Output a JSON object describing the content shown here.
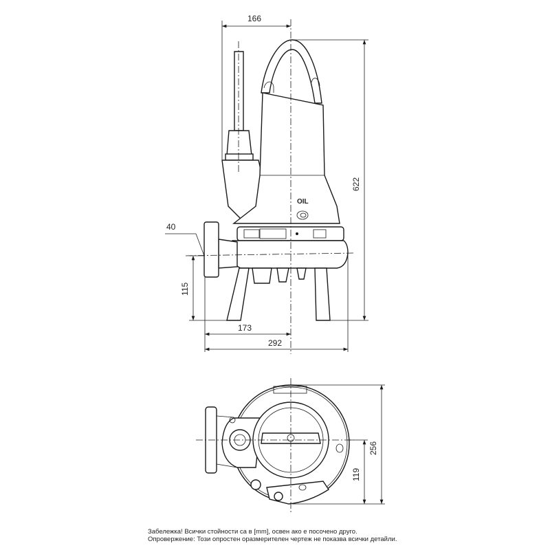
{
  "side_view": {
    "dim_cable_offset": "166",
    "dim_height": "622",
    "dim_flange_thickness": "40",
    "dim_outlet_height": "115",
    "dim_outlet_to_center": "173",
    "dim_total_width": "292",
    "oil_label": "OIL"
  },
  "top_view": {
    "dim_diameter": "256",
    "dim_center_to_edge": "119"
  },
  "notes": {
    "line1": "Забележка! Всички стойности са в [mm], освен ако е посочено друго.",
    "line2": "Опровержение: Този опростен оразмерителен чертеж не показва всички детайли."
  }
}
